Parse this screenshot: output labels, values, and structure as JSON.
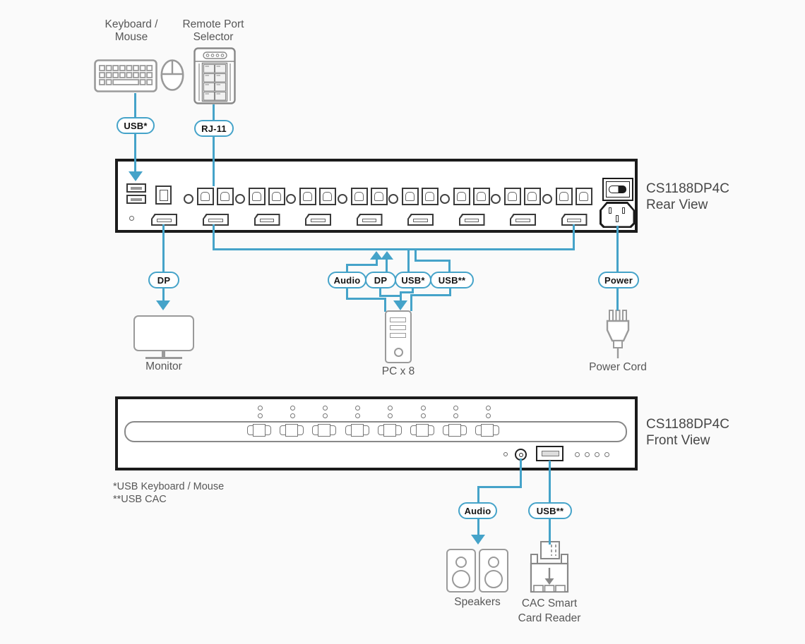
{
  "titles": {
    "rear": {
      "model": "CS1188DP4C",
      "view": "Rear View"
    },
    "front": {
      "model": "CS1188DP4C",
      "view": "Front View"
    }
  },
  "tags": {
    "usb_keyboard": "USB*",
    "rj11": "RJ-11",
    "dp_monitor": "DP",
    "audio_mid": "Audio",
    "dp_mid": "DP",
    "usb_mid": "USB*",
    "usb_cac_mid": "USB**",
    "power": "Power",
    "audio_front": "Audio",
    "usb_cac_front": "USB**"
  },
  "labels": {
    "keyboard_mouse": [
      "Keyboard /",
      "Mouse"
    ],
    "remote_selector": [
      "Remote Port",
      "Selector"
    ],
    "monitor": "Monitor",
    "pc": "PC x 8",
    "power_cord": "Power Cord",
    "speakers": "Speakers",
    "cac_reader": [
      "CAC Smart",
      "Card Reader"
    ]
  },
  "footnotes": [
    "*USB Keyboard / Mouse",
    "**USB CAC"
  ],
  "panels": {
    "rear_channels": 8,
    "front_channels": 8
  },
  "colors": {
    "line_blue": "#45a3c9",
    "icon_gray": "#9a9a9a",
    "panel_border": "#1b1b1b",
    "text_gray": "#575757",
    "title_gray": "#474747"
  }
}
